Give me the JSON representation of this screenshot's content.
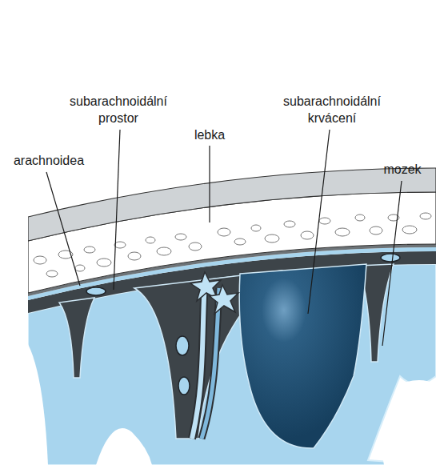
{
  "diagram": {
    "labels": [
      "subarachnoidální prostor",
      "subarachnoidální krvácení",
      "lebka",
      "arachnoidea",
      "mozek"
    ]
  }
}
